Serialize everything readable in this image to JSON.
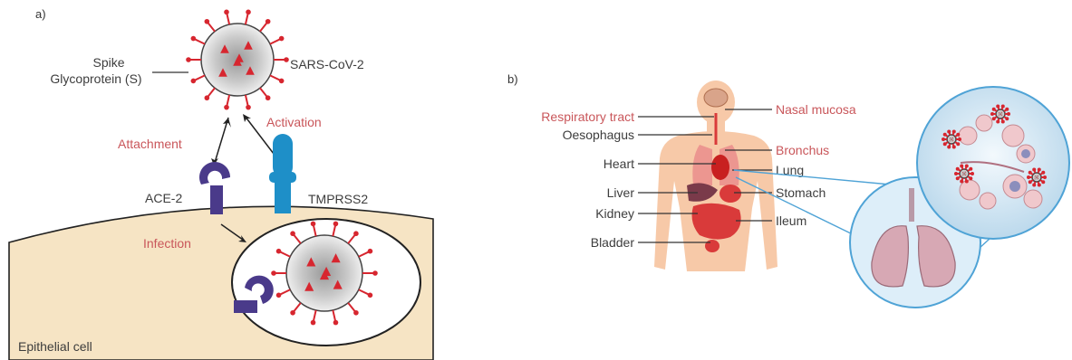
{
  "colors": {
    "label_red": "#c9565a",
    "label_dark": "#3d3d3d",
    "cell_fill": "#f6e4c4",
    "spike_red": "#d7262f",
    "ace2_purple": "#4a3a8a",
    "tmprss2_blue": "#1e8fc8",
    "body_skin": "#f7c9a8",
    "organ_red": "#d93a3a",
    "lung_pink": "#d7a8b4",
    "zoom_blue": "#cfe4f2"
  },
  "panel_a": {
    "letter": "a)",
    "spike_label_line1": "Spike",
    "spike_label_line2": "Glycoprotein (S)",
    "virus_label": "SARS-CoV-2",
    "attachment_label": "Attachment",
    "activation_label": "Activation",
    "ace2_label": "ACE-2",
    "tmprss2_label": "TMPRSS2",
    "infection_label": "Infection",
    "cell_label": "Epithelial cell"
  },
  "panel_b": {
    "letter": "b)",
    "left_labels": {
      "respiratory": "Respiratory tract",
      "oesophagus": "Oesophagus",
      "heart": "Heart",
      "liver": "Liver",
      "kidney": "Kidney",
      "bladder": "Bladder"
    },
    "right_labels": {
      "nasal": "Nasal mucosa",
      "bronchus": "Bronchus",
      "lung": "Lung",
      "stomach": "Stomach",
      "ileum": "Ileum"
    }
  }
}
